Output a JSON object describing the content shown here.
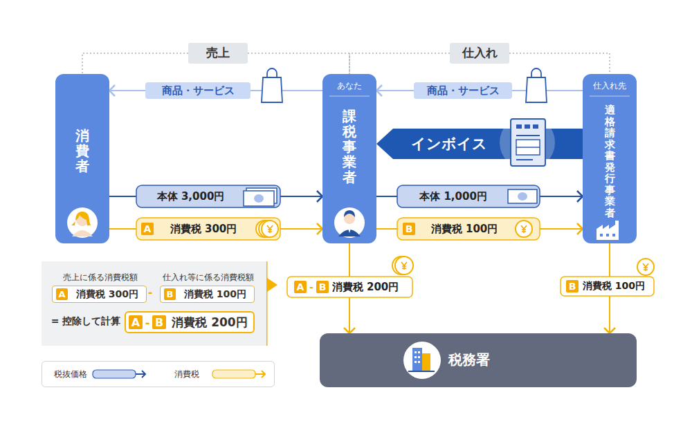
{
  "diagram": {
    "nodes": [
      {
        "text": [
          "売上"
        ]
      },
      {
        "text": [
          "仕入れ"
        ]
      },
      {
        "text": [
          "消費者"
        ]
      },
      {
        "text": [
          "あなた",
          "課税事業者"
        ]
      },
      {
        "text": [
          "仕入れ先",
          "適格請求書発行事業者"
        ]
      },
      {
        "text": [
          "-",
          "= 控除して計算"
        ]
      },
      {
        "text": [
          "売上に係る消費税額",
          "消費税 300円"
        ],
        "in": 5
      },
      {
        "text": [
          "仕入れ等に係る消費税額",
          "消費税 100円"
        ],
        "in": 5
      },
      {
        "text": [
          "消費税 200円"
        ],
        "in": 5
      },
      {
        "text": [
          "税務署"
        ]
      }
    ],
    "edges": [
      {
        "from": 0,
        "to": 2,
        "arrow": "none"
      },
      {
        "from": 0,
        "to": 3,
        "arrow": "none"
      },
      {
        "from": 1,
        "to": 3,
        "arrow": "none"
      },
      {
        "from": 1,
        "to": 4,
        "arrow": "none"
      },
      {
        "from": 3,
        "to": 2,
        "label": "商品・サービス",
        "arrow": "to"
      },
      {
        "from": 4,
        "to": 3,
        "label": "商品・サービス",
        "arrow": "to"
      },
      {
        "from": 4,
        "to": 3,
        "label": "インボイス",
        "arrow": "to"
      },
      {
        "from": 2,
        "to": 3,
        "label": "本体 3,000円",
        "arrow": "to"
      },
      {
        "from": 2,
        "to": 3,
        "label": "消費税 300円",
        "arrow": "to"
      },
      {
        "from": 3,
        "to": 4,
        "label": "本体 1,000円",
        "arrow": "to"
      },
      {
        "from": 3,
        "to": 4,
        "label": "消費税 100円",
        "arrow": "to"
      },
      {
        "from": 3,
        "to": 9,
        "label": "消費税 200円",
        "arrow": "to"
      },
      {
        "from": 4,
        "to": 9,
        "label": "消費税 100円",
        "arrow": "to"
      }
    ],
    "labels": [
      "A",
      "B",
      "A",
      "-",
      "B",
      "B",
      "A",
      "B",
      "A",
      "-",
      "B"
    ],
    "legend": [
      {
        "text": "税抜価格"
      },
      {
        "text": "消費税"
      }
    ]
  }
}
